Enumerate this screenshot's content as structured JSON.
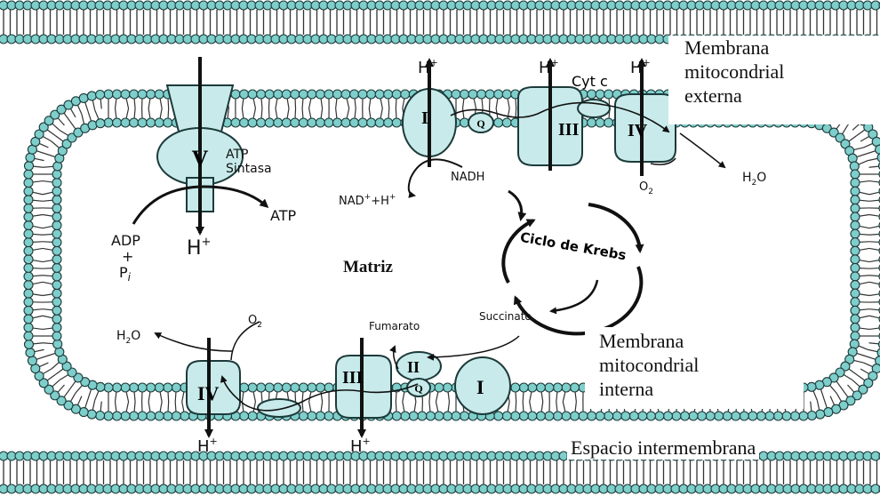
{
  "colors": {
    "membrane_head": "#7ececb",
    "protein_fill": "#c8eaea",
    "outline": "#1d3a3a",
    "arrow": "#111111"
  },
  "labels": {
    "outer_membrane": [
      "Membrana",
      "mitocondrial",
      "externa"
    ],
    "inner_membrane": [
      "Membrana",
      "mitocondrial",
      "interna"
    ],
    "intermembrane_space": "Espacio intermembrana",
    "matrix": "Matriz",
    "krebs_cycle": "Ciclo de Krebs",
    "atp_synthase": [
      "ATP",
      "Sintasa"
    ]
  },
  "complexes": {
    "complex_I": "I",
    "complex_II": "II",
    "complex_III": "III",
    "complex_IV": "IV",
    "complex_V": "V",
    "ubiquinone": "Q",
    "cytochrome_c": "Cyt c"
  },
  "molecules": {
    "h_plus": "H",
    "plus_sup": "+",
    "nad_plus": "NAD",
    "nad_rest": "+H",
    "nadh": "NADH",
    "atp": "ATP",
    "adp": "ADP",
    "plus": "+",
    "p": "P",
    "i_sub": "i",
    "o": "O",
    "two_sub": "2",
    "h2o_h": "H",
    "h2o_o": "O",
    "fumarate": "Fumarato",
    "succinate": "Succinato"
  }
}
